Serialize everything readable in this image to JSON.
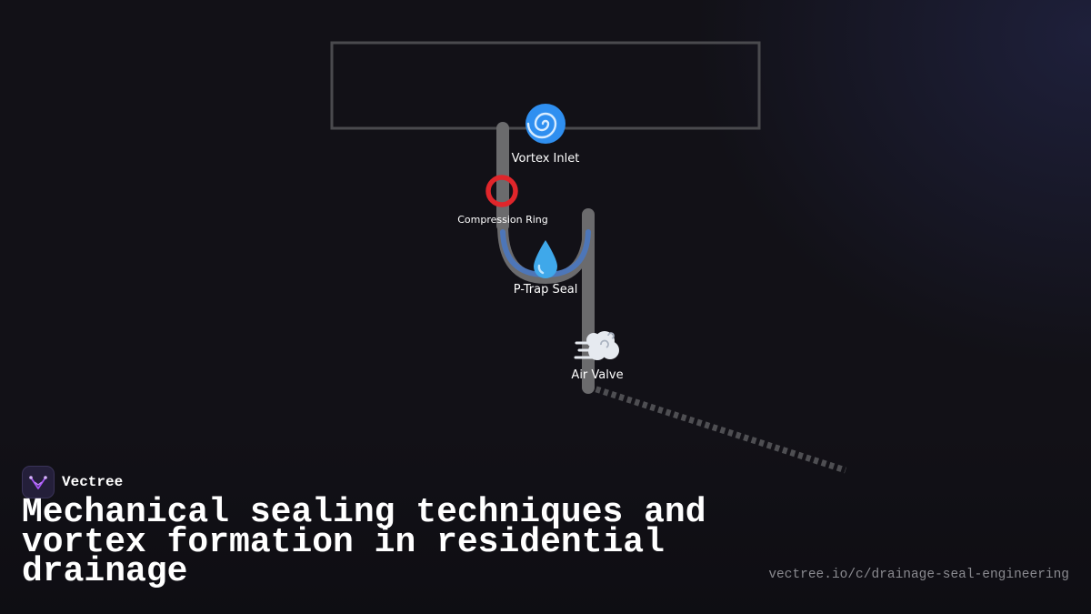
{
  "diagram": {
    "nodes": [
      {
        "id": "vortex",
        "label": "Vortex Inlet",
        "icon": "cyclone-icon"
      },
      {
        "id": "ring",
        "label": "Compression Ring",
        "icon": "hollow-ring-icon"
      },
      {
        "id": "trap",
        "label": "P-Trap Seal",
        "icon": "droplet-icon"
      },
      {
        "id": "valve",
        "label": "Air Valve",
        "icon": "air-puff-icon"
      }
    ]
  },
  "brand": {
    "name": "Vectree"
  },
  "title": "Mechanical sealing techniques and vortex formation in residential drainage",
  "url": "vectree.io/c/drainage-seal-engineering",
  "colors": {
    "background": "#121117",
    "pipe": "#6b6b6d",
    "water": "#4a78c0",
    "cyclone": "#2f8ff0",
    "ring": "#e0262b",
    "droplet": "#3fa8ea",
    "brand_accent": "#a855f7"
  }
}
